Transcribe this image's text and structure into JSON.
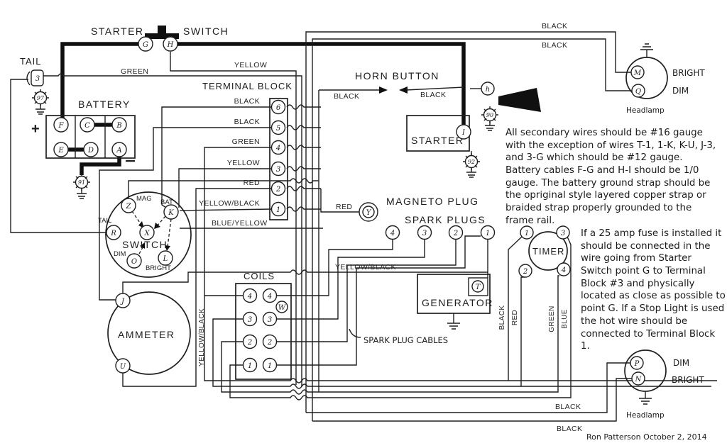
{
  "signature": "Ron Patterson October 2, 2014",
  "starter_switch": {
    "label_left": "STARTER",
    "label_right": "SWITCH",
    "terminal_g": "G",
    "terminal_h": "H"
  },
  "tail_lamp": {
    "label": "TAIL",
    "bulb": "3",
    "ground": "97"
  },
  "battery": {
    "label": "BATTERY",
    "plus": "+",
    "t_f": "F",
    "t_c": "C",
    "t_b": "B",
    "t_e": "E",
    "t_d": "D",
    "t_a": "A",
    "ground": "91"
  },
  "terminal_block": {
    "label": "TERMINAL BLOCK",
    "terminals": [
      "6",
      "5",
      "4",
      "3",
      "2",
      "1"
    ],
    "wires": [
      "BLACK",
      "BLACK",
      "GREEN",
      "YELLOW",
      "RED",
      "YELLOW/BLACK"
    ],
    "blue_yellow": "BLUE/YELLOW"
  },
  "top_wires": {
    "green": "GREEN",
    "yellow": "YELLOW",
    "black_1": "BLACK",
    "black_2": "BLACK"
  },
  "horn": {
    "label": "HORN BUTTON",
    "black_left": "BLACK",
    "black_right": "BLACK",
    "terminal": "h",
    "ground": "90"
  },
  "starter_motor": {
    "label": "STARTER",
    "terminal": "I",
    "ground": "92"
  },
  "note_gauge": "All secondary wires should be #16 gauge with the exception of wires T-1, 1-K, K-U, J-3, and 3-G which should be  #12 gauge. Battery cables F-G and H-I should be 1/0 gauge. The battery ground strap should be the opriginal style layered copper strap or braided strap properly grounded to the frame rail.",
  "note_fuse": "If a 25 amp fuse is installed it should be connected in the wire going from Starter Switch point G to Terminal Block #3 and physically located as close as possible to point G. If a Stop Light is used the hot wire should be connected to Terminal Block 1.",
  "magneto": {
    "label": "MAGNETO PLUG",
    "red": "RED",
    "terminal": "Y"
  },
  "spark_plugs": {
    "label": "SPARK PLUGS",
    "terminals": [
      "4",
      "3",
      "2",
      "1"
    ],
    "cables_label": "SPARK PLUG CABLES"
  },
  "ignition_switch": {
    "label": "SWITCH",
    "mag": "MAG",
    "bat": "BAT",
    "tail": "TAIL",
    "dim": "DIM",
    "bright": "BRIGHT",
    "t_z": "Z",
    "t_k": "K",
    "t_r": "R",
    "t_x": "X",
    "t_o": "O",
    "t_l": "L"
  },
  "ammeter": {
    "label": "AMMETER",
    "t_j": "J",
    "t_u": "U",
    "wire_label": "YELLOW/BLACK"
  },
  "coils": {
    "label": "COILS",
    "left": [
      "4",
      "3",
      "2",
      "1"
    ],
    "right": [
      "4",
      "3",
      "2",
      "1"
    ],
    "t_w": "W"
  },
  "generator": {
    "label": "GENERATOR",
    "terminal": "T",
    "wire_label": "YELLOW/BLACK"
  },
  "timer": {
    "label": "TIMER",
    "t1": "1",
    "t2": "2",
    "t3": "3",
    "t4": "4",
    "wires": [
      "BLACK",
      "RED",
      "GREEN",
      "BLUE"
    ]
  },
  "headlamp_top": {
    "label": "Headlamp",
    "t_m": "M",
    "t_q": "Q",
    "bright": "BRIGHT",
    "dim": "DIM"
  },
  "headlamp_bottom": {
    "label": "Headlamp",
    "t_p": "P",
    "t_n": "N",
    "dim": "DIM",
    "bright": "BRIGHT",
    "black_1": "BLACK",
    "black_2": "BLACK"
  }
}
